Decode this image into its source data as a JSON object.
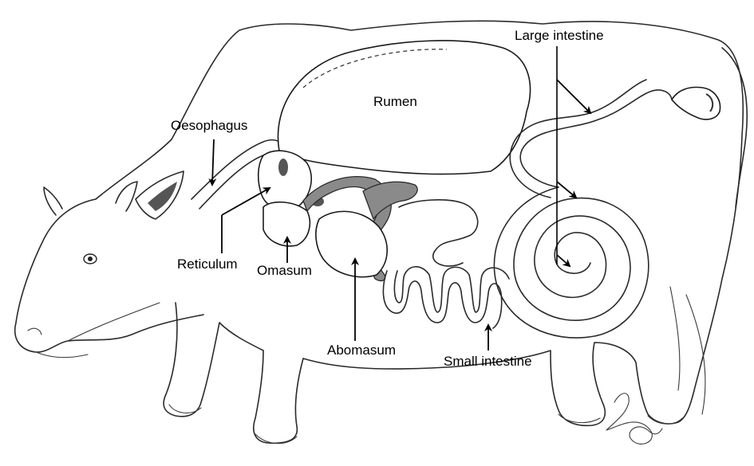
{
  "labels": {
    "large_intestine": "Large intestine",
    "rumen": "Rumen",
    "oesophagus": "Oesophagus",
    "reticulum": "Reticulum",
    "omasum": "Omasum",
    "abomasum": "Abomasum",
    "small_intestine": "Small intestine"
  },
  "colors": {
    "line": "#2a2a2a",
    "shading": "#8a8a8a",
    "background": "#ffffff"
  }
}
